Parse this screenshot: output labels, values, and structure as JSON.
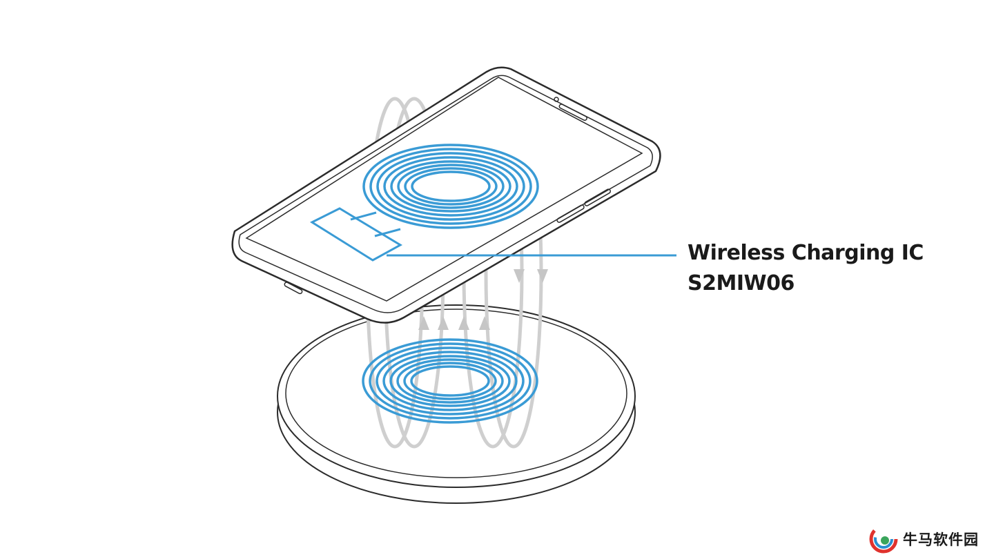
{
  "callout": {
    "line1": "Wireless Charging IC",
    "line2": "S2MIW06"
  },
  "watermark": {
    "text": "牛马软件园"
  },
  "colors": {
    "coil": "#3a9bd5",
    "outline": "#2b2b2b",
    "field": "#cfcfcf",
    "logo_red": "#e0322d",
    "logo_blue": "#2a8fd0",
    "logo_green": "#3aa55c"
  },
  "icons": {
    "phone": "smartphone-outline",
    "pad": "wireless-charging-pad",
    "logo": "watermark-logo"
  }
}
